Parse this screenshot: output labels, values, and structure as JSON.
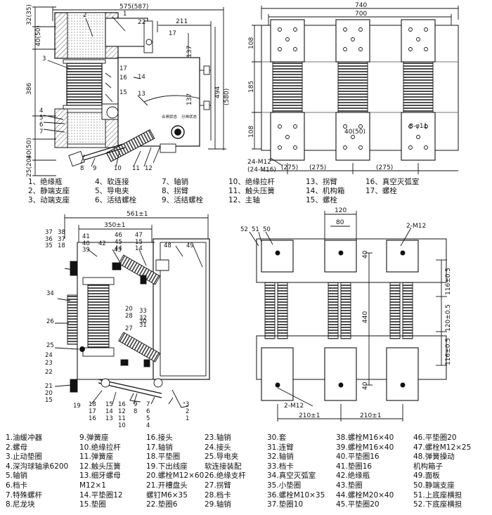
{
  "top_left": {
    "dims": {
      "d575": "575(587)",
      "d211": "211",
      "d22": "22",
      "d137a": "137",
      "d137b": "137",
      "d494": "494",
      "d580": "(580)",
      "d386": "386",
      "d32": "32(35)",
      "d40a": "40(50)",
      "d40b": "40(50)",
      "d25": "25(20)"
    },
    "callouts": [
      "1",
      "2",
      "3",
      "4",
      "5",
      "6",
      "7",
      "8",
      "9",
      "10",
      "11",
      "12",
      "13",
      "14",
      "15",
      "16",
      "17",
      "17"
    ],
    "state_closed": "合闸状态",
    "state_open": "分闸状态"
  },
  "top_right": {
    "dims": {
      "d740": "740",
      "d700": "700",
      "d108a": "108",
      "d185": "185",
      "d108b": "108",
      "d275a": "(275)",
      "d275b": "(275)",
      "d275c": "(275)",
      "d4050": "40(50)",
      "m12": "24-M12",
      "m16": "(24-M16)",
      "hole": "8-φ11"
    }
  },
  "legend_top": [
    [
      "1、绝缘瓶",
      "4、软连接",
      "7、轴销",
      "10、绝缘拉杆",
      "13、拐臂",
      "16、真空灭弧室"
    ],
    [
      "2、静端支座",
      "5、导电夹",
      "8、拐臂",
      "11、触头压簧",
      "14、机构箱",
      "17、螺栓"
    ],
    [
      "3、动端支座",
      "6、活结螺栓",
      "9、活结螺栓",
      "12、主轴",
      "15、螺栓",
      ""
    ]
  ],
  "bottom_left": {
    "dims": {
      "d561": "561±1",
      "d350": "350±1"
    },
    "callouts_left": [
      "37",
      "36",
      "35",
      "34",
      "26",
      "25",
      "24",
      "23",
      "22",
      "21",
      "20",
      "15",
      "19"
    ],
    "callouts_top": [
      "38",
      "37",
      "18",
      "41",
      "40",
      "39",
      "42",
      "43",
      "46",
      "45",
      "44",
      "47",
      "15",
      "14",
      "48",
      "49"
    ],
    "callouts_mid": [
      "20",
      "28",
      "27",
      "33",
      "32",
      "31",
      "30"
    ],
    "callouts_bottom": [
      "18",
      "17",
      "16",
      "15",
      "14",
      "13",
      "16",
      "12",
      "11",
      "10",
      "9",
      "8",
      "7",
      "6",
      "5",
      "4",
      "3",
      "2",
      "1"
    ]
  },
  "bottom_right": {
    "dims": {
      "d120": "120",
      "d80": "80",
      "m12a": "2-M12",
      "m12b": "2-M12",
      "d40a": "40",
      "d40b": "40",
      "d440": "440",
      "d116a": "116±0.5",
      "d120b": "120±0.5",
      "d116b": "116±0.5",
      "d210a": "210±1",
      "d210b": "210±1"
    },
    "callouts": [
      "52",
      "51",
      "50"
    ]
  },
  "legend_bottom": [
    [
      "1.油缓冲器",
      "2.螺母",
      "3.止动垫圈",
      "4.深沟球轴承6200",
      "5.轴销",
      "6.档卡",
      "7.特殊螺杆",
      "8.尼龙块"
    ],
    [
      "9.弹簧座",
      "10.绝缘拉杆",
      "11.弹簧座",
      "12.触头压簧",
      "13.细牙螺母",
      "  M12×1",
      "14.平垫圈12",
      "15.垫圈"
    ],
    [
      "16.接头",
      "17.轴销",
      "18.平垫圈",
      "19.下出线座",
      "20.螺栓M12×60",
      "21.开槽盘头",
      "  螺钉M6×35",
      "22.垫圈6"
    ],
    [
      "23.轴销",
      "24.接头",
      "25.导电夹",
      "  软连接装配",
      "26.绝缘支杆",
      "27.拐臂",
      "28.档卡",
      "29.轴销"
    ],
    [
      "30.套",
      "31.连臂",
      "32.轴销",
      "33.档卡",
      "34.真空灭弧室",
      "35.小垫圈",
      "36.螺栓M10×35",
      "37.垫圈10"
    ],
    [
      "38.螺栓M16×40",
      "39.螺栓M16×40",
      "40.平垫圈16",
      "41.垫圈16",
      "42.绝缘瓶",
      "43.垫圈",
      "44.螺栓M20×40",
      "45.平垫圈20"
    ],
    [
      "46.平垫圈20",
      "47.螺栓M12×25",
      "48.弹簧操动",
      "  机构箱子",
      "49.面板",
      "50.静端支座",
      "51.上底座横担",
      "52.下底座横担"
    ]
  ]
}
